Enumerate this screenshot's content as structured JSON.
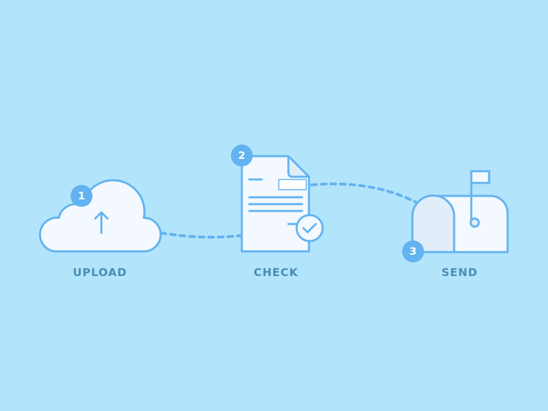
{
  "steps": [
    {
      "number": "1",
      "label": "UPLOAD",
      "icon": "cloud-upload-icon"
    },
    {
      "number": "2",
      "label": "CHECK",
      "icon": "document-check-icon"
    },
    {
      "number": "3",
      "label": "SEND",
      "icon": "mailbox-icon"
    }
  ],
  "colors": {
    "background": "#b2e4fb",
    "accent": "#62b3f0",
    "fill": "#f3f9fe",
    "label": "#4a8db6"
  }
}
